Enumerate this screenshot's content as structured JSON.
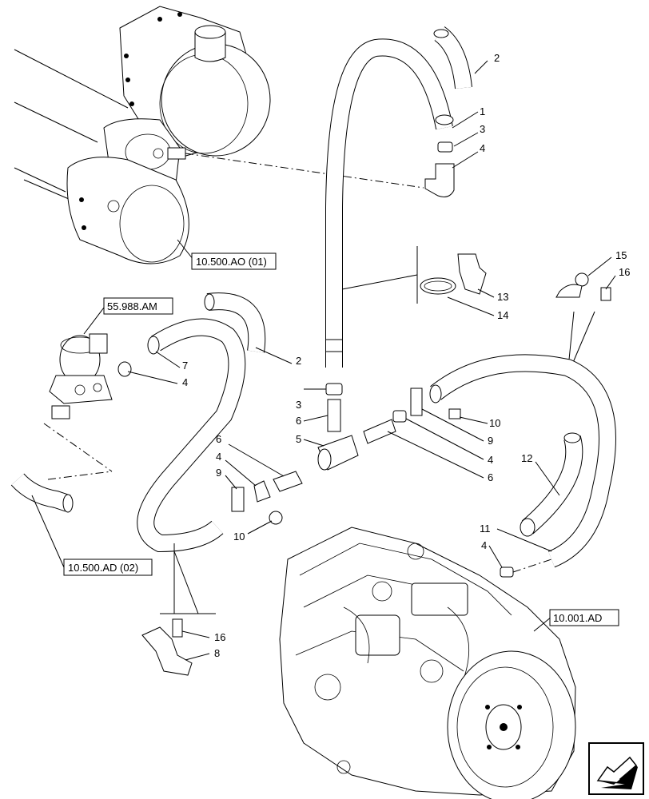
{
  "diagram": {
    "references": {
      "air_filter": "10.500.AO (01)",
      "valve": "55.988.AM",
      "exhaust": "10.500.AD (02)",
      "engine": "10.001.AD"
    },
    "parts": {
      "p1": "1",
      "p2_top": "2",
      "p2_mid": "2",
      "p3_top": "3",
      "p3_mid": "3",
      "p4_top": "4",
      "p4_left": "4",
      "p4_center": "4",
      "p4_right": "4",
      "p4_lower": "4",
      "p5": "5",
      "p6_center": "6",
      "p6_left": "6",
      "p6_right": "6",
      "p7": "7",
      "p8": "8",
      "p9_left": "9",
      "p9_right": "9",
      "p10_left": "10",
      "p10_right": "10",
      "p11": "11",
      "p12": "12",
      "p13": "13",
      "p14": "14",
      "p15": "15",
      "p16_top": "16",
      "p16_bottom": "16"
    }
  }
}
